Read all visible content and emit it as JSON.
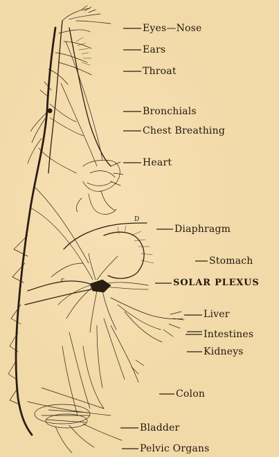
{
  "labels": {
    "eyes_nose": "Eyes—Nose",
    "ears": "Ears",
    "throat": "Throat",
    "bronchials": "Bronchials",
    "chest_breathing": "Chest Breathing",
    "heart": "Heart",
    "diaphragm": "Diaphragm",
    "stomach": "Stomach",
    "solar_plexus": "SOLAR PLEXUS",
    "liver": "Liver",
    "intestines": "Intestines",
    "kidneys": "Kidneys",
    "colon": "Colon",
    "bladder": "Bladder",
    "pelvic_organs": "Pelvic Organs"
  },
  "markers": {
    "d": "D",
    "c": "c"
  },
  "colors": {
    "paper": "#f2d9a8",
    "ink": "#22170d"
  }
}
